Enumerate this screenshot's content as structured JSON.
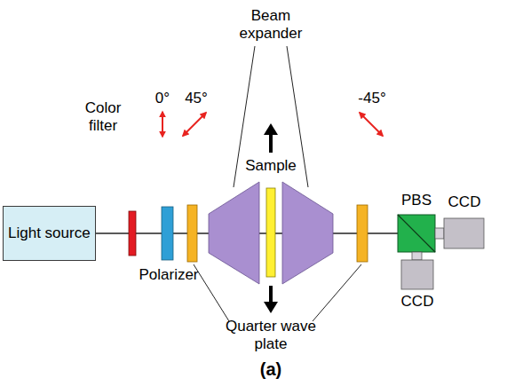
{
  "diagram": {
    "nodes": [
      {
        "text": [
          "Light source"
        ]
      }
    ],
    "labels": [
      "Beam expander",
      "Color filter",
      "0°",
      "45°",
      "Sample",
      "-45°",
      "PBS",
      "CCD",
      "Polarizer",
      "CCD",
      "Quarter wave plate",
      "(a)"
    ]
  }
}
